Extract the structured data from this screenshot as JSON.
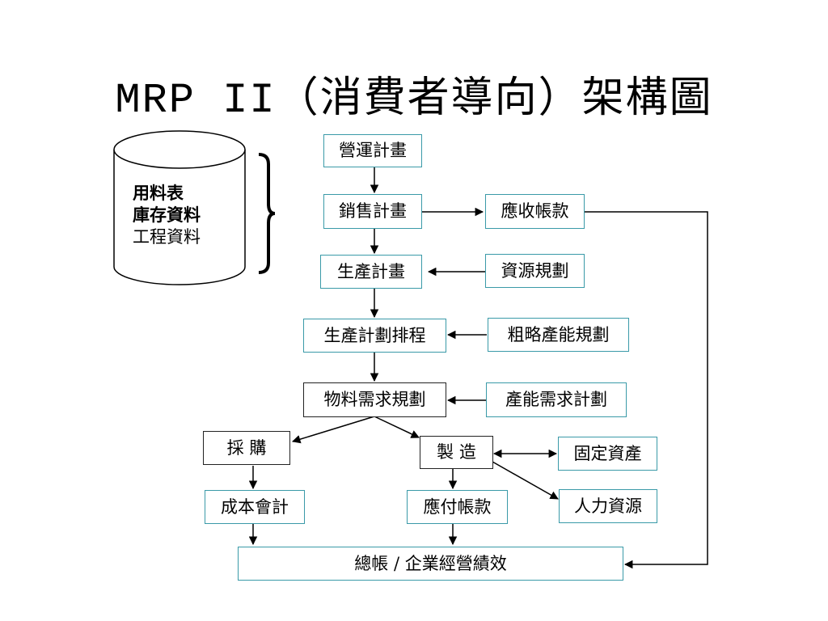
{
  "title": "MRP II（消費者導向）架構圖",
  "database": {
    "lines": [
      "用料表",
      "庫存資料",
      "工程資料"
    ]
  },
  "nodes": {
    "operations_plan": "營運計畫",
    "sales_plan": "銷售計畫",
    "receivables": "應收帳款",
    "production_plan": "生產計畫",
    "resource_planning": "資源規劃",
    "production_schedule": "生產計劃排程",
    "rough_cut_capacity": "粗略產能規劃",
    "mrp": "物料需求規劃",
    "capacity_requirements": "產能需求計劃",
    "purchasing": "採  購",
    "manufacturing": "製  造",
    "fixed_assets": "固定資產",
    "cost_accounting": "成本會計",
    "payables": "應付帳款",
    "human_resources": "人力資源",
    "general_ledger": "總帳 /  企業經營績效"
  },
  "colors": {
    "box_border": "#3a9aa8",
    "dark_border": "#222222",
    "line": "#000000"
  }
}
